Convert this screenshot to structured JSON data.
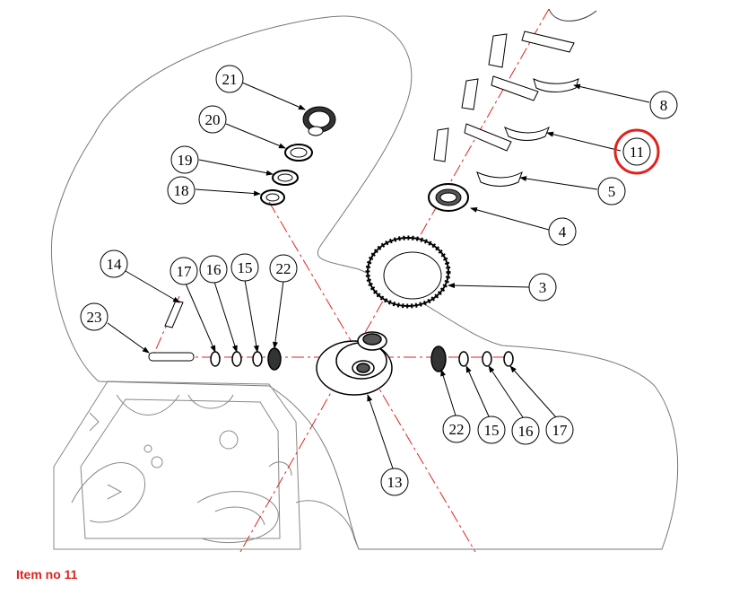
{
  "colors": {
    "highlight": "#e0231e",
    "line": "#000000",
    "centerline": "#e0231e",
    "outline": "#555555"
  },
  "highlighted_item": "11",
  "caption": "Item no 11",
  "callouts": [
    {
      "id": "c21",
      "label": "21"
    },
    {
      "id": "c20",
      "label": "20"
    },
    {
      "id": "c19",
      "label": "19"
    },
    {
      "id": "c18",
      "label": "18"
    },
    {
      "id": "c8",
      "label": "8"
    },
    {
      "id": "c11",
      "label": "11"
    },
    {
      "id": "c5",
      "label": "5"
    },
    {
      "id": "c4",
      "label": "4"
    },
    {
      "id": "c3",
      "label": "3"
    },
    {
      "id": "c14",
      "label": "14"
    },
    {
      "id": "c17a",
      "label": "17"
    },
    {
      "id": "c16a",
      "label": "16"
    },
    {
      "id": "c15a",
      "label": "15"
    },
    {
      "id": "c22a",
      "label": "22"
    },
    {
      "id": "c23",
      "label": "23"
    },
    {
      "id": "c22b",
      "label": "22"
    },
    {
      "id": "c15b",
      "label": "15"
    },
    {
      "id": "c16b",
      "label": "16"
    },
    {
      "id": "c17b",
      "label": "17"
    },
    {
      "id": "c13",
      "label": "13"
    }
  ]
}
